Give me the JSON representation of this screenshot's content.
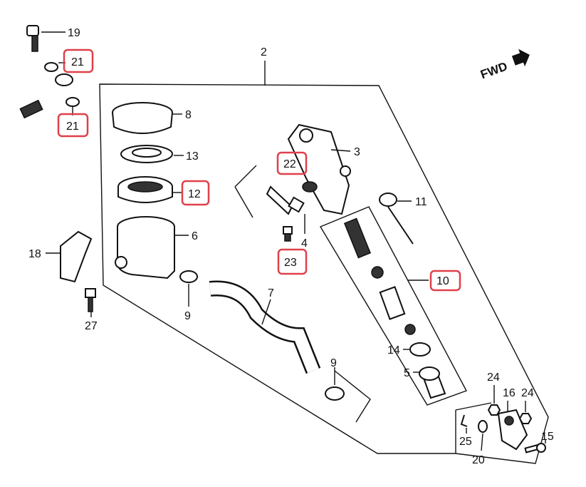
{
  "diagram": {
    "fwd_label": "FWD",
    "highlight_color": "#e0404a",
    "callouts": [
      {
        "id": "19",
        "label": "19",
        "highlighted": false
      },
      {
        "id": "21a",
        "label": "21",
        "highlighted": true
      },
      {
        "id": "21b",
        "label": "21",
        "highlighted": true
      },
      {
        "id": "2",
        "label": "2",
        "highlighted": false
      },
      {
        "id": "8",
        "label": "8",
        "highlighted": false
      },
      {
        "id": "13",
        "label": "13",
        "highlighted": false
      },
      {
        "id": "12",
        "label": "12",
        "highlighted": true
      },
      {
        "id": "6",
        "label": "6",
        "highlighted": false
      },
      {
        "id": "18",
        "label": "18",
        "highlighted": false
      },
      {
        "id": "27",
        "label": "27",
        "highlighted": false
      },
      {
        "id": "9a",
        "label": "9",
        "highlighted": false
      },
      {
        "id": "22",
        "label": "22",
        "highlighted": true
      },
      {
        "id": "3",
        "label": "3",
        "highlighted": false
      },
      {
        "id": "4",
        "label": "4",
        "highlighted": false
      },
      {
        "id": "23",
        "label": "23",
        "highlighted": true
      },
      {
        "id": "11",
        "label": "11",
        "highlighted": false
      },
      {
        "id": "10",
        "label": "10",
        "highlighted": true
      },
      {
        "id": "7",
        "label": "7",
        "highlighted": false
      },
      {
        "id": "14",
        "label": "14",
        "highlighted": false
      },
      {
        "id": "5",
        "label": "5",
        "highlighted": false
      },
      {
        "id": "9b",
        "label": "9",
        "highlighted": false
      },
      {
        "id": "24a",
        "label": "24",
        "highlighted": false
      },
      {
        "id": "16",
        "label": "16",
        "highlighted": false
      },
      {
        "id": "24b",
        "label": "24",
        "highlighted": false
      },
      {
        "id": "25",
        "label": "25",
        "highlighted": false
      },
      {
        "id": "20",
        "label": "20",
        "highlighted": false
      },
      {
        "id": "15",
        "label": "15",
        "highlighted": false
      }
    ]
  }
}
